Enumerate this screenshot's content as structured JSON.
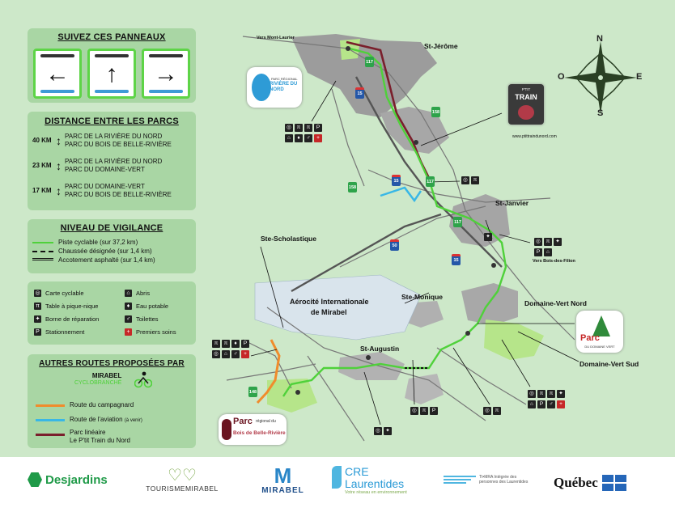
{
  "signs_panel": {
    "title": "SUIVEZ CES PANNEAUX",
    "arrows": [
      "←",
      "↑",
      "→"
    ]
  },
  "distances_panel": {
    "title": "DISTANCE ENTRE LES PARCS",
    "rows": [
      {
        "km": "40 KM",
        "a": "PARC DE LA RIVIÈRE DU NORD",
        "b": "PARC DU BOIS DE BELLE-RIVIÈRE"
      },
      {
        "km": "23 KM",
        "a": "PARC DE LA RIVIÈRE DU NORD",
        "b": "PARC DU DOMAINE-VERT"
      },
      {
        "km": "17 KM",
        "a": "PARC DU DOMAINE-VERT",
        "b": "PARC DU BOIS DE BELLE-RIVIÈRE"
      }
    ]
  },
  "vigilance_panel": {
    "title": "NIVEAU DE VIGILANCE",
    "items": [
      {
        "label": "Piste cyclable (sur 37,2 km)",
        "style": "solid",
        "color": "#4fd13a"
      },
      {
        "label": "Chaussée désignée (sur 1,4 km)",
        "style": "dashed",
        "color": "#111111"
      },
      {
        "label": "Accotement asphalté (sur 1,4 km)",
        "style": "double",
        "color": "#111111"
      }
    ]
  },
  "services_panel": {
    "items": [
      {
        "icon": "bike-map-icon",
        "glyph": "◎",
        "label": "Carte cyclable"
      },
      {
        "icon": "shelter-icon",
        "glyph": "⌂",
        "label": "Abris"
      },
      {
        "icon": "picnic-table-icon",
        "glyph": "π",
        "label": "Table à pique-nique"
      },
      {
        "icon": "water-icon",
        "glyph": "♦",
        "label": "Eau potable"
      },
      {
        "icon": "repair-station-icon",
        "glyph": "✦",
        "label": "Borne de réparation"
      },
      {
        "icon": "toilets-icon",
        "glyph": "♂",
        "label": "Toilettes"
      },
      {
        "icon": "parking-icon",
        "glyph": "P",
        "label": "Stationnement"
      },
      {
        "icon": "first-aid-icon",
        "glyph": "+",
        "label": "Premiers soins"
      }
    ]
  },
  "routes_panel": {
    "title": "AUTRES ROUTES PROPOSÉES PAR",
    "brand_line1": "MIRABEL",
    "brand_line2": "CYCLOBRANCHÉ",
    "items": [
      {
        "label": "Route du campagnard",
        "color": "#f08c2c"
      },
      {
        "label": "Route de l'aviation",
        "note": "(à venir)",
        "color": "#39b7e6"
      },
      {
        "label": "Parc linéaire",
        "label2": "Le P'tit Train du Nord",
        "color": "#7a1f2c"
      }
    ]
  },
  "map": {
    "places": {
      "st_jerome": "St-Jérôme",
      "st_janvier": "St-Janvier",
      "ste_scholastique": "Ste-Scholastique",
      "aerocite": "Aérocité Internationale",
      "aerocite2": "de Mirabel",
      "ste_monique": "Ste-Monique",
      "st_augustin": "St-Augustin",
      "domaine_vert_nord": "Domaine-Vert Nord",
      "domaine_vert_sud": "Domaine-Vert Sud",
      "vers_mont_laurier": "Vers Mont-Laurier",
      "vers_bois_des_filion": "Vers Bois-des-Filion"
    },
    "highways": [
      "117",
      "15",
      "158",
      "15",
      "158",
      "117",
      "117",
      "50",
      "15",
      "148"
    ],
    "park_labels": {
      "riviere_du_nord_top": "PARC RÉGIONAL",
      "riviere_du_nord": "RIVIÈRE DU NORD",
      "train_du_nord": "TRAIN",
      "train_du_nord_top": "P'TIT",
      "train_url": "www.ptittraindunord.com",
      "domaine_vert": "Parc",
      "domaine_vert_sub": "DU DOMAINE VERT",
      "belle_riviere_top": "Parc",
      "belle_riviere_mid": "régional du",
      "belle_riviere": "Bois de Belle-Rivière"
    },
    "compass": {
      "n": "N",
      "s": "S",
      "e": "E",
      "o": "O"
    }
  },
  "footer": {
    "desjardins": "Desjardins",
    "tourisme": "TOURISMEMIRABEL",
    "mirabel": "MIRABEL",
    "cre1": "CRE",
    "cre2": "Laurentides",
    "cre3": "Votre réseau en environnement",
    "tmvra": "Tt•MRA Intégrée des personnes des Laurentides",
    "quebec": "Québec"
  },
  "colors": {
    "map_bg": "#cde8c9",
    "panel": "#a9d6a4",
    "urban": "#9c9c9c",
    "bike_path": "#4fd13a",
    "train_line": "#7a1f2c",
    "aviation": "#39b7e6",
    "campagnard": "#f08c2c",
    "airport_zone": "#d9e4ec"
  }
}
